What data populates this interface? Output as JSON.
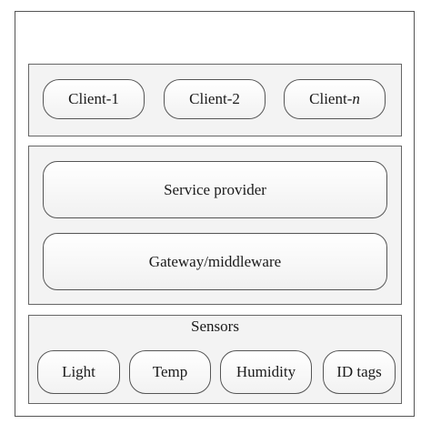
{
  "diagram": {
    "clients": [
      {
        "label": "Client-1"
      },
      {
        "label": "Client-2"
      },
      {
        "label_prefix": "Client-",
        "label_suffix": "n"
      }
    ],
    "service_provider": "Service provider",
    "gateway": "Gateway/middleware",
    "sensors_title": "Sensors",
    "sensors": [
      {
        "label": "Light"
      },
      {
        "label": "Temp"
      },
      {
        "label": "Humidity"
      },
      {
        "label": "ID tags"
      }
    ]
  }
}
